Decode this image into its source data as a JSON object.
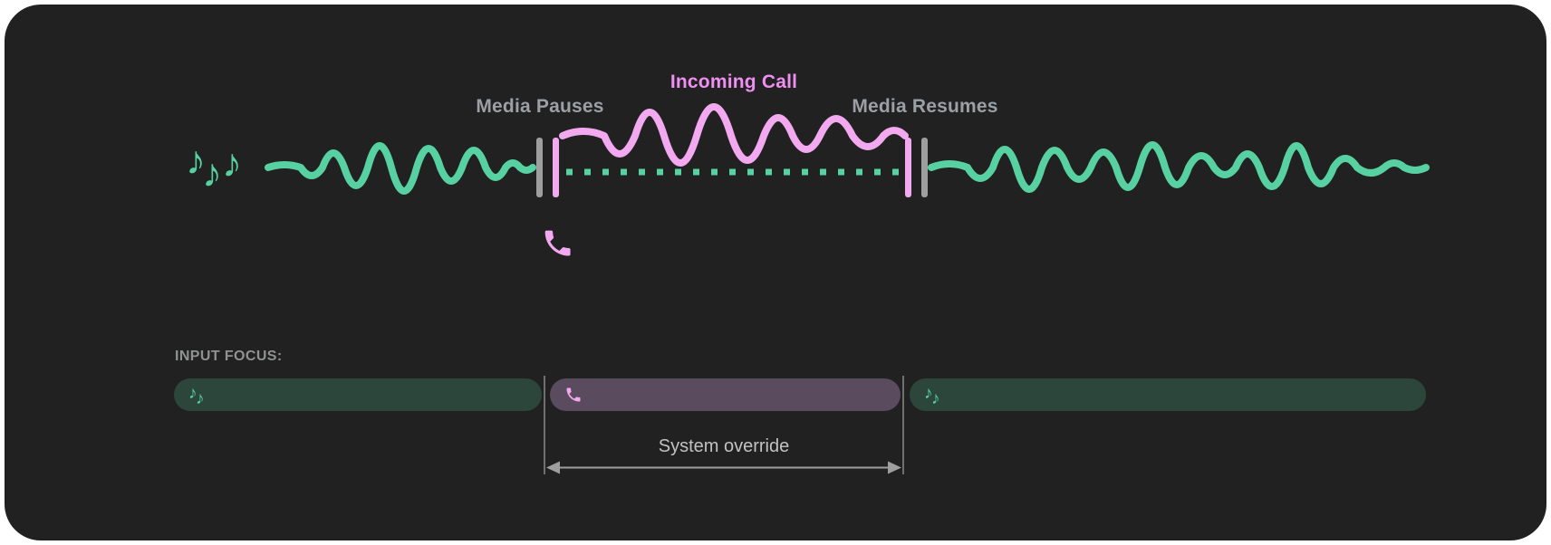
{
  "colors": {
    "page_bg": "#ffffff",
    "panel_bg": "#212121",
    "media_green": "#57d1a1",
    "media_green_dark": "#2c463c",
    "call_pink": "#f2a9f0",
    "call_pink_text": "#ef8ff2",
    "call_purple_dark": "#5a4b5f",
    "bar_gray": "#9e9e9e",
    "label_gray": "#9aa0a6",
    "annotation_gray": "#c2c2c2",
    "focus_label_gray": "#8f9192"
  },
  "timeline": {
    "media_pauses_label": "Media Pauses",
    "incoming_call_label": "Incoming Call",
    "media_resumes_label": "Media Resumes",
    "media_icon": "music-notes-icon",
    "call_icon": "phone-icon"
  },
  "focus": {
    "label": "INPUT FOCUS:",
    "annotation": "System override",
    "segments": [
      {
        "name": "media-before",
        "kind": "media",
        "icon": "music-notes-icon"
      },
      {
        "name": "call-override",
        "kind": "call",
        "icon": "phone-icon"
      },
      {
        "name": "media-after",
        "kind": "media",
        "icon": "music-notes-icon"
      }
    ]
  }
}
